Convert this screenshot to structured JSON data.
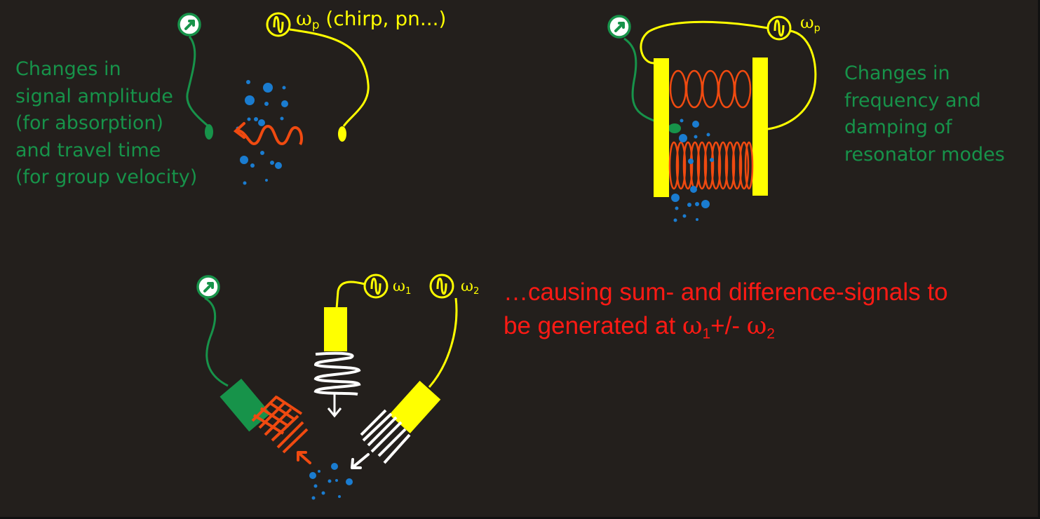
{
  "colors": {
    "background": "#231f1c",
    "text_green": "#17934a",
    "wire_yellow": "#ffff00",
    "wave_orange": "#f04a10",
    "particles_blue": "#1a7cd0",
    "coil_white": "#ffffff",
    "caption_red": "#ff1a14"
  },
  "panel_transmission": {
    "meter_icon": "meter-dial-icon",
    "source_icon": "sine-source-icon",
    "source_label": "ω",
    "source_sub": "p",
    "source_note": "(chirp, pn...)",
    "description_lines": [
      "Changes in",
      "signal amplitude",
      "(for absorption)",
      "and travel time",
      "(for group velocity)"
    ]
  },
  "panel_resonator": {
    "meter_icon": "meter-dial-icon",
    "source_icon": "sine-source-icon",
    "source_label": "ω",
    "source_sub": "p",
    "description_lines": [
      "Changes in",
      "frequency and",
      "damping of",
      "resonator modes"
    ]
  },
  "panel_mixing": {
    "meter_icon": "meter-dial-icon",
    "source1_label": "ω",
    "source1_sub": "1",
    "source2_label": "ω",
    "source2_sub": "2",
    "caption_line1": "…causing sum- and difference-signals to",
    "caption_line2_prefix": "be generated at ",
    "caption_omega": "ω",
    "caption_sub1": "1",
    "caption_op": "+/- ",
    "caption_sub2": "2"
  }
}
